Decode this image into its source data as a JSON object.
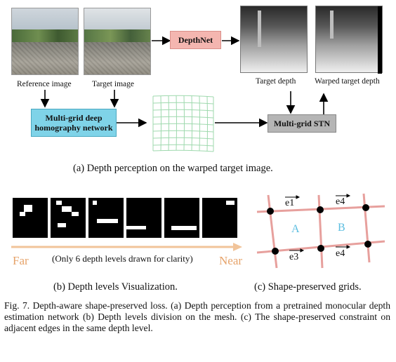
{
  "part_a": {
    "reference_image_label": "Reference image",
    "target_image_label": "Target  image",
    "depthnet_label": "DepthNet",
    "target_depth_label": "Target  depth",
    "warped_target_depth_label": "Warped target depth",
    "homography_network_label": "Multi-grid deep homography network",
    "stn_label": "Multi-grid STN",
    "caption": "(a)  Depth perception on the warped target image.",
    "colors": {
      "depthnet_fill": "#f4b6b0",
      "homography_fill": "#7fd3e8",
      "stn_fill": "#b5b5b5",
      "mesh_stroke": "#9fd9ae"
    }
  },
  "part_b": {
    "far_label": "Far",
    "near_label": "Near",
    "note": "(Only 6 depth levels drawn for clarity)",
    "caption": "(b)  Depth levels Visualization.",
    "depth_levels": 6,
    "colors": {
      "arrow": "#f1c49a",
      "far_near_text": "#e6a36a"
    }
  },
  "part_c": {
    "edges": {
      "top_left": "e1",
      "top_right": "e4",
      "bottom_left": "e3",
      "bottom_right": "e4"
    },
    "cells": {
      "left": "A",
      "right": "B"
    },
    "caption": "(c)  Shape-preserved grids.",
    "colors": {
      "grid_line": "#e7a09d",
      "cell_text": "#5bbde0"
    }
  },
  "figure_caption": "Fig. 7.   Depth-aware shape-preserved loss. (a) Depth perception from a pretrained monocular depth estimation network (b) Depth levels division on the mesh. (c) The shape-preserved constraint on adjacent edges in the same depth level."
}
